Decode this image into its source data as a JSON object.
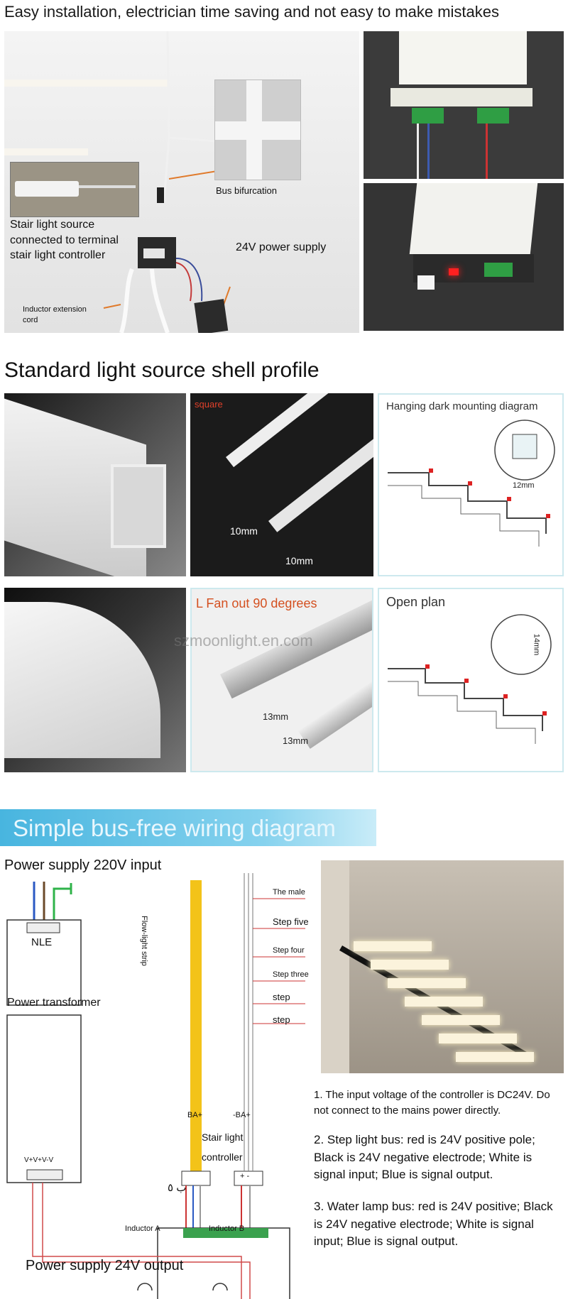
{
  "section1": {
    "heading": "Easy installation, electrician time saving and not easy to make mistakes",
    "labels": {
      "stair_source": [
        "Stair light source",
        "connected to terminal",
        " stair light controller"
      ],
      "bus_bifurcation": "Bus bifurcation",
      "power_supply": "24V power supply",
      "inductor_cord": [
        "Inductor extension",
        "cord"
      ]
    }
  },
  "section2": {
    "heading": "Standard light source shell profile",
    "tiles": {
      "square": "square",
      "square_dim1": "10mm",
      "square_dim2": "10mm",
      "hanging_title": "Hanging dark mounting diagram",
      "hanging_dim": "12mm",
      "l_fan_title": "L Fan out 90 degrees",
      "l_dim1": "13mm",
      "l_dim2": "13mm",
      "open_title": "Open plan",
      "open_dim": "14mm"
    },
    "watermark": "szmoonlight.en.com"
  },
  "section3": {
    "banner": "Simple bus-free wiring diagram",
    "power_input": "Power supply 220V input",
    "nle": "NLE",
    "transformer": "Power transformer",
    "vv": "V+V+V-V",
    "flow_strip": "Flow-light strip",
    "steps": [
      "The male",
      "Step five",
      "Step four",
      "Step three",
      "step",
      "step"
    ],
    "ba_left": "BA+",
    "ba_right": "-BA+",
    "controller": [
      "Stair light",
      "controller"
    ],
    "pm": "+   -",
    "ab": "ب  ٥",
    "inductor_a": "Inductor A",
    "inductor_b": "Inductor B",
    "power_output": "Power supply 24V output",
    "notes": [
      "1. The input voltage of the controller is DC24V. Do not connect to the mains power directly.",
      "2. Step light bus: red is 24V positive pole; Black is 24V negative electrode; White is signal input; Blue is signal output.",
      "3. Water lamp bus: red is 24V positive; Black is 24V negative electrode; White is signal input; Blue is signal output."
    ]
  }
}
